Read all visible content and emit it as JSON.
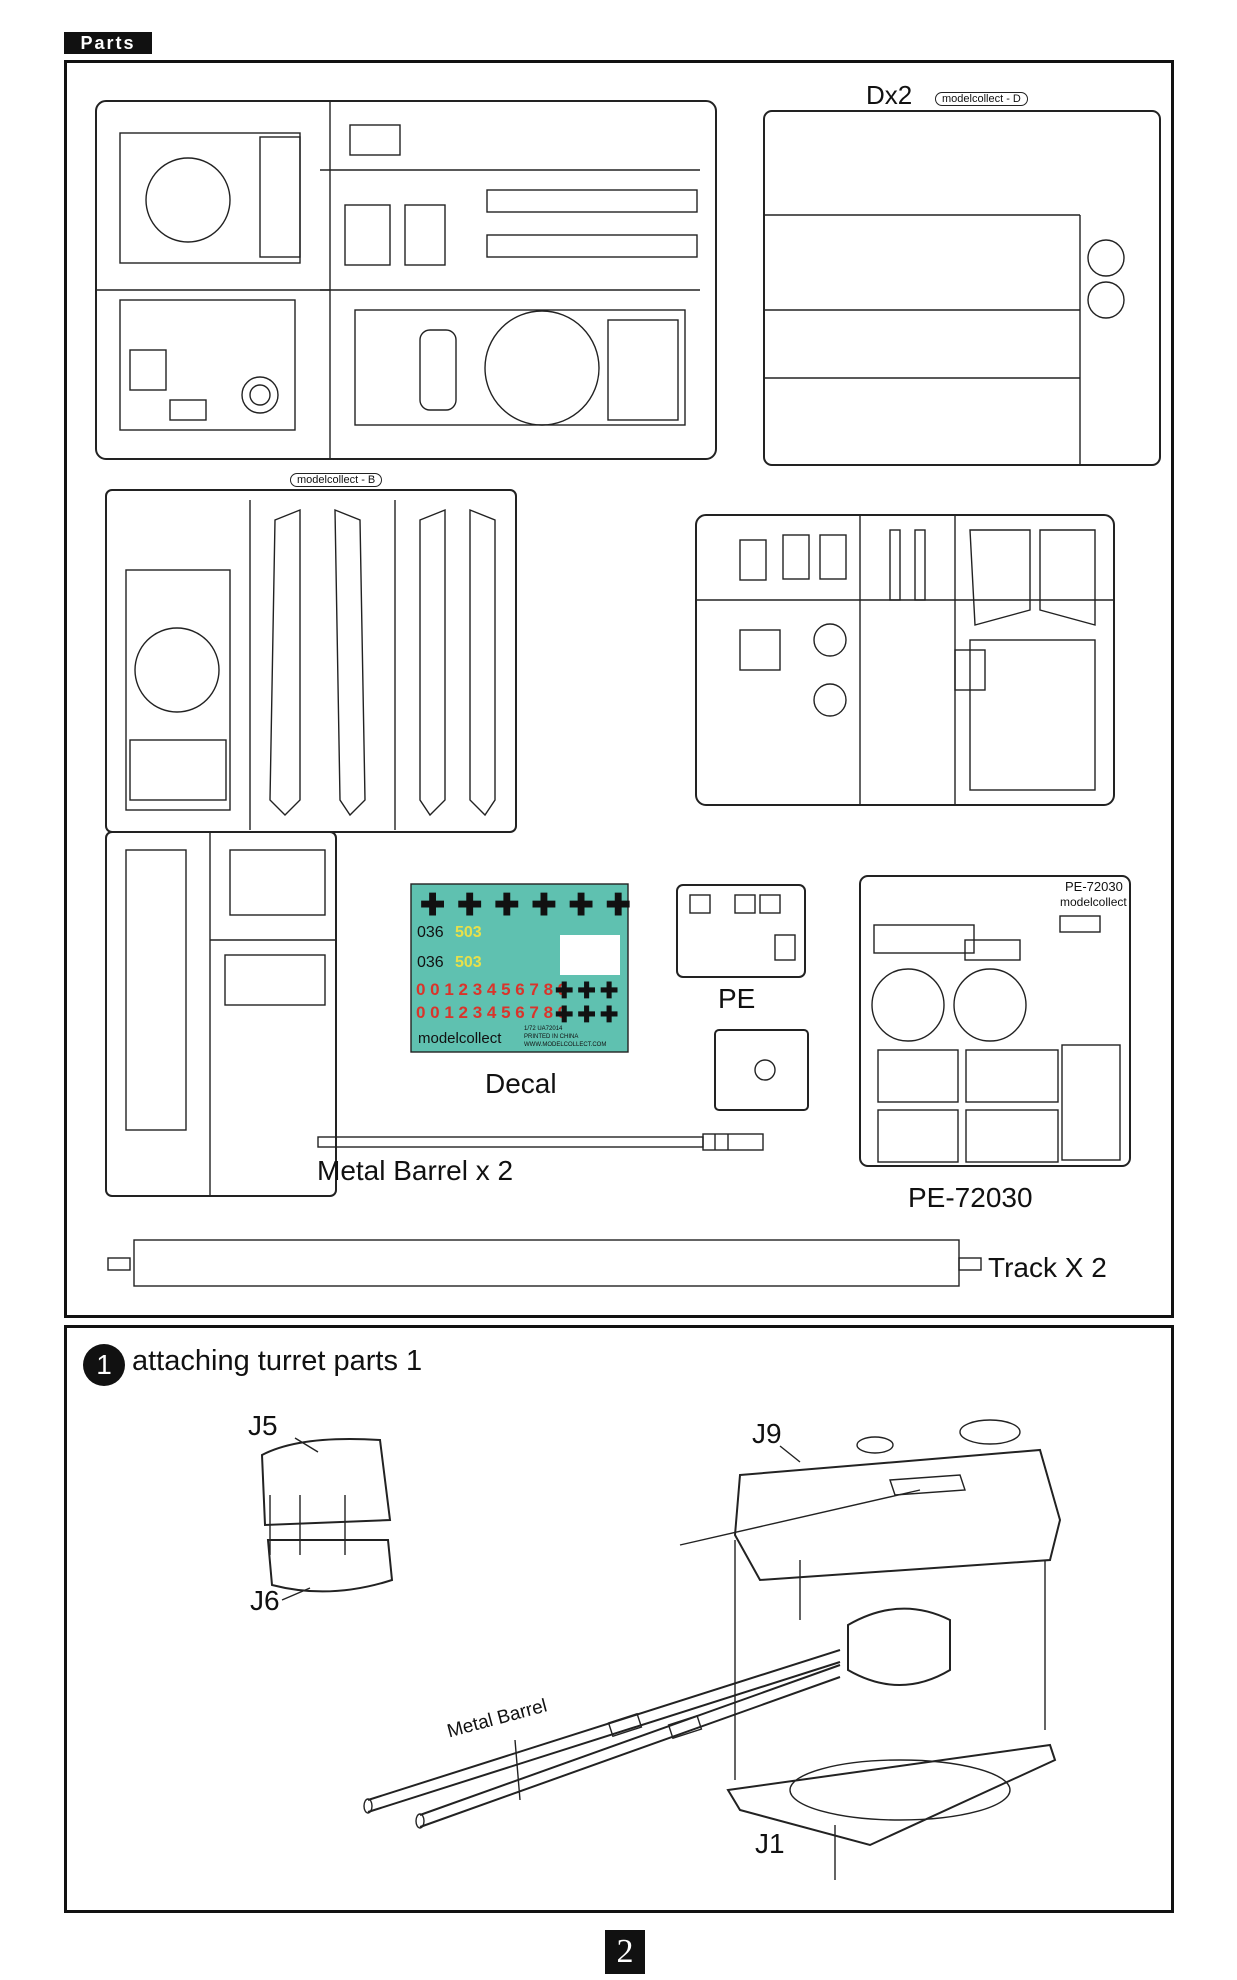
{
  "header": {
    "tag": "Parts"
  },
  "sprues": {
    "d_label": "Dx2",
    "d_brand": "modelcollect - D",
    "b_brand": "modelcollect - B",
    "decal_label": "Decal",
    "pe_label": "PE",
    "metal_barrel_label": "Metal Barrel x 2",
    "pe_sheet_label": "PE-72030",
    "pe_sheet_title": "PE-72030",
    "pe_sheet_brand": "modelcollect",
    "track_label": "Track X 2"
  },
  "decal": {
    "num1": "036",
    "num2": "503",
    "row1": "0 0 1 2 3 4 5 6 7 8 9",
    "row2": "0 0 1 2 3 4 5 6 7 8 9",
    "brand": "modelcollect",
    "print1": "1/72 UA72014",
    "print2": "PRINTED IN CHINA",
    "print3": "WWW.MODELCOLLECT.COM"
  },
  "step1": {
    "number": "1",
    "title": "attaching turret parts 1",
    "parts": {
      "j5": "J5",
      "j6": "J6",
      "j9": "J9",
      "j1": "J1"
    },
    "metal_barrel": "Metal Barrel"
  },
  "page_number": "2"
}
